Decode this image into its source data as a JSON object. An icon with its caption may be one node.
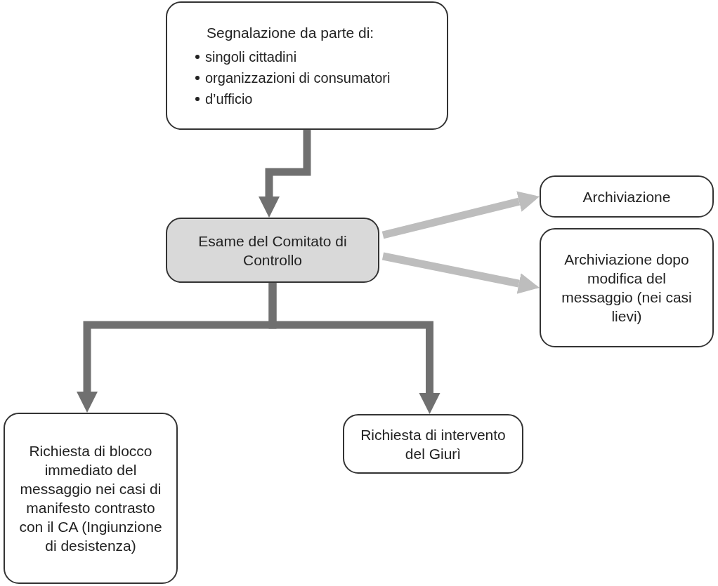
{
  "diagram": {
    "nodes": [
      {
        "text": [
          "Segnalazione da parte di:",
          "singoli cittadini",
          "organizzazioni di consumatori",
          "d’ufficio"
        ]
      },
      {
        "text": [
          "Esame del Comitato di Controllo"
        ]
      },
      {
        "text": [
          "Archiviazione"
        ]
      },
      {
        "text": [
          "Archiviazione dopo modifica del messaggio (nei casi lievi)"
        ]
      },
      {
        "text": [
          "Richiesta di blocco immediato del messaggio nei casi di manifesto contrasto con il CA (Ingiunzione di desistenza)"
        ]
      },
      {
        "text": [
          "Richiesta di intervento del Giurì"
        ]
      }
    ],
    "edges": [
      {
        "from": 0,
        "to": 1,
        "arrow": "to"
      },
      {
        "from": 1,
        "to": 2,
        "arrow": "to",
        "color": "#bdbdbd"
      },
      {
        "from": 1,
        "to": 3,
        "arrow": "to",
        "color": "#bdbdbd"
      },
      {
        "from": 1,
        "to": 4,
        "arrow": "to"
      },
      {
        "from": 1,
        "to": 5,
        "arrow": "to"
      }
    ]
  }
}
